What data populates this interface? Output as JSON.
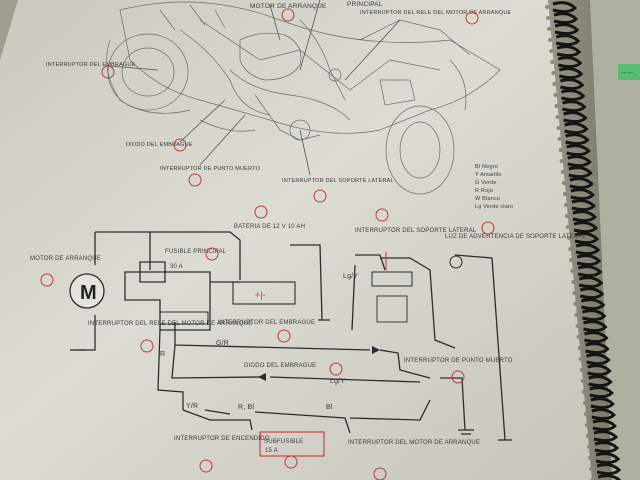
{
  "photo": {
    "subject": "Photographed page of a spiral-bound Spanish motorcycle service manual showing a starter-system drawing and wiring diagram",
    "colors": {
      "paper": "#dcdcd4",
      "page_shadow": "#7d7a67",
      "ink": "#2c2c2c",
      "red_ink": "#c23a3a",
      "spiral": "#1a1a1a",
      "green_label": "#49c06a"
    }
  },
  "top_drawing": {
    "labels": {
      "motor_de_arranque": "MOTOR DE ARRANQUE",
      "principal": "PRINCIPAL",
      "interruptor_rele_motor": "INTERRUPTOR DEL RELE DEL MOTOR DE ARRANQUE",
      "interruptor_embrague": "INTERRUPTOR DEL EMBRAGUE",
      "diodo_embrague": "DIODO DEL EMBRAGUE",
      "interruptor_punto_muerto": "INTERRUPTOR DE PUNTO MUERTO",
      "interruptor_soporte_lateral": "INTERRUPTOR DEL SOPORTE LATERAL"
    }
  },
  "legend": {
    "items": [
      "Bl  Negro",
      "Y  Amarillo",
      "G  Verde",
      "R  Rojo",
      "W  Blanco",
      "Lg  Verde claro"
    ]
  },
  "schematic": {
    "labels": {
      "motor_de_arranque": "MOTOR DE ARRANQUE",
      "motor_symbol": "M",
      "fusible_principal": "FUSIBLE PRINCIPAL",
      "fusible_rating": "30 A",
      "bateria": "BATERIA DE 12 V 10 AH",
      "battery_mark": "+|-",
      "interruptor_soporte_lateral": "INTERRUPTOR DEL SOPORTE LATERAL",
      "luz_advertencia": "LUZ DE ADVERTENCIA DE SOPORTE LATERAL",
      "interruptor_rele": "INTERRUPTOR DEL RELE DEL MOTOR DE ARRANQUE",
      "interruptor_embrague": "INTERRUPTOR DEL EMBRAGUE",
      "diodo_embrague": "DIODO DEL EMBRAGUE",
      "interruptor_punto_muerto": "INTERRUPTOR DE PUNTO MUERTO",
      "interruptor_encendido": "INTERRUPTOR DE ENCENDIDO",
      "subfusible": "SUBFUSIBLE",
      "subfusible_rating": "15 A",
      "interruptor_motor": "INTERRUPTOR DEL MOTOR DE ARRANQUE"
    },
    "wire_codes": {
      "g_r": "G/R",
      "lg_y_top": "Lg/Y",
      "lg_y_mid": "Lg/Y",
      "y_r": "Y/R",
      "r": "R",
      "r_bl": "R, Bl",
      "bl": "Bl"
    }
  },
  "side_tab": {
    "label": "–– ––"
  }
}
